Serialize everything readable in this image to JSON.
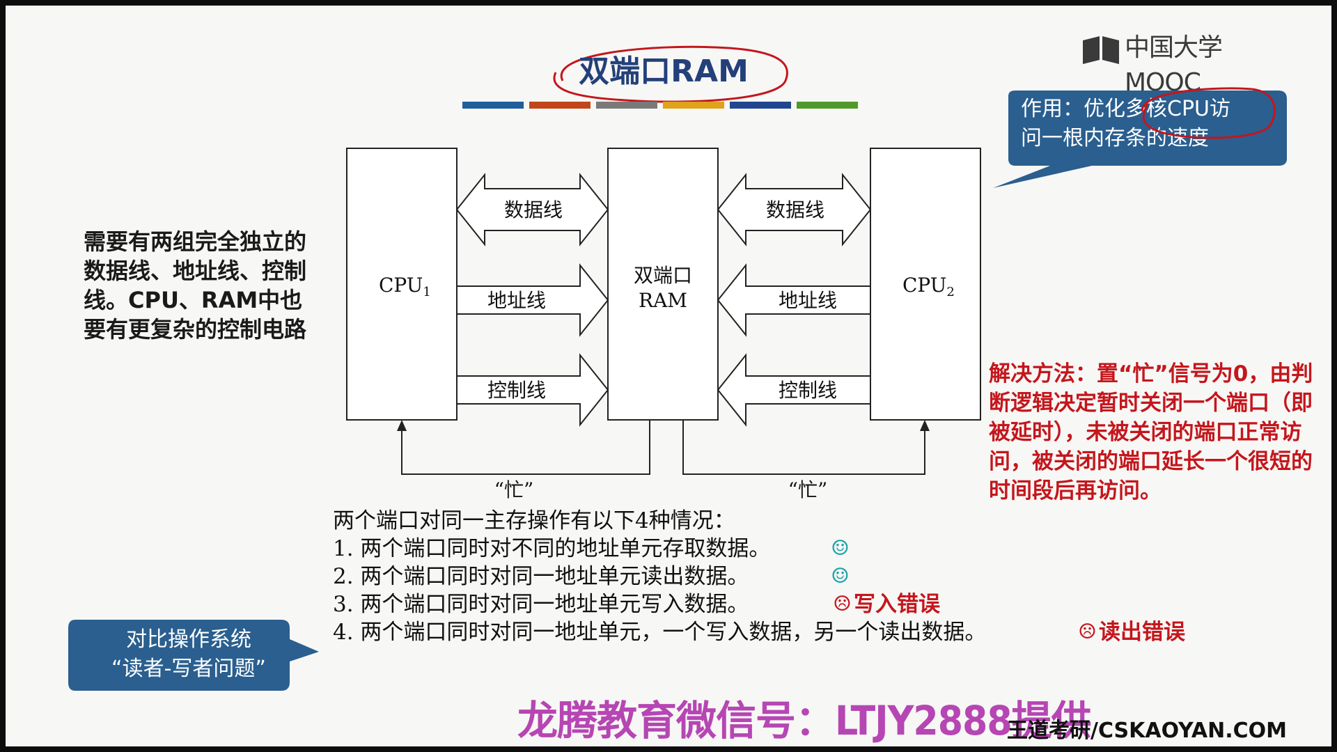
{
  "slide": {
    "title": "双端口RAM",
    "logo": "中国大学MOOC",
    "title_bar_colors": [
      "#1f5f9a",
      "#c2461a",
      "#7a7a7a",
      "#e0a21a",
      "#20468f",
      "#4f9a2a"
    ],
    "accent_annotation_color": "#c4161c"
  },
  "diagram": {
    "cpu1_label": "CPU",
    "cpu1_subscript": "1",
    "cpu2_label": "CPU",
    "cpu2_subscript": "2",
    "ram_label_line1": "双端口",
    "ram_label_line2": "RAM",
    "left_data_bus": "数据线",
    "left_address_bus": "地址线",
    "left_control_bus": "控制线",
    "right_data_bus": "数据线",
    "right_address_bus": "地址线",
    "right_control_bus": "控制线",
    "busy_left": "“忙”",
    "busy_right": "“忙”"
  },
  "left_note": "需要有两组完全独立的数据线、地址线、控制线。CPU、RAM中也要有更复杂的控制电路",
  "purpose_bubble": {
    "line1": "作用：优化多核CPU访",
    "line2": "问一根内存条的速度",
    "color": "#2a5f8f"
  },
  "solution_text": "解决方法：置“忙”信号为0，由判断逻辑决定暂时关闭一个端口（即被延时），未被关闭的端口正常访问，被关闭的端口延长一个很短的时间段后再访问。",
  "cases": {
    "intro": "两个端口对同一主存操作有以下4种情况：",
    "items": [
      {
        "text": "1. 两个端口同时对不同的地址单元存取数据。",
        "face": "☺",
        "tag": ""
      },
      {
        "text": "2. 两个端口同时对同一地址单元读出数据。",
        "face": "☺",
        "tag": ""
      },
      {
        "text": "3. 两个端口同时对同一地址单元写入数据。",
        "face": "☹",
        "tag": "写入错误"
      },
      {
        "text": "4. 两个端口同时对同一地址单元，一个写入数据，另一个读出数据。",
        "face": "☹",
        "tag": "读出错误"
      }
    ]
  },
  "compare_bubble": {
    "line1": "对比操作系统",
    "line2": "“读者-写者问题”",
    "color": "#2a5f8f"
  },
  "watermark": "龙腾教育微信号：LTJY2888提供",
  "footer_site": "王道考研/CSKAOYAN.COM"
}
